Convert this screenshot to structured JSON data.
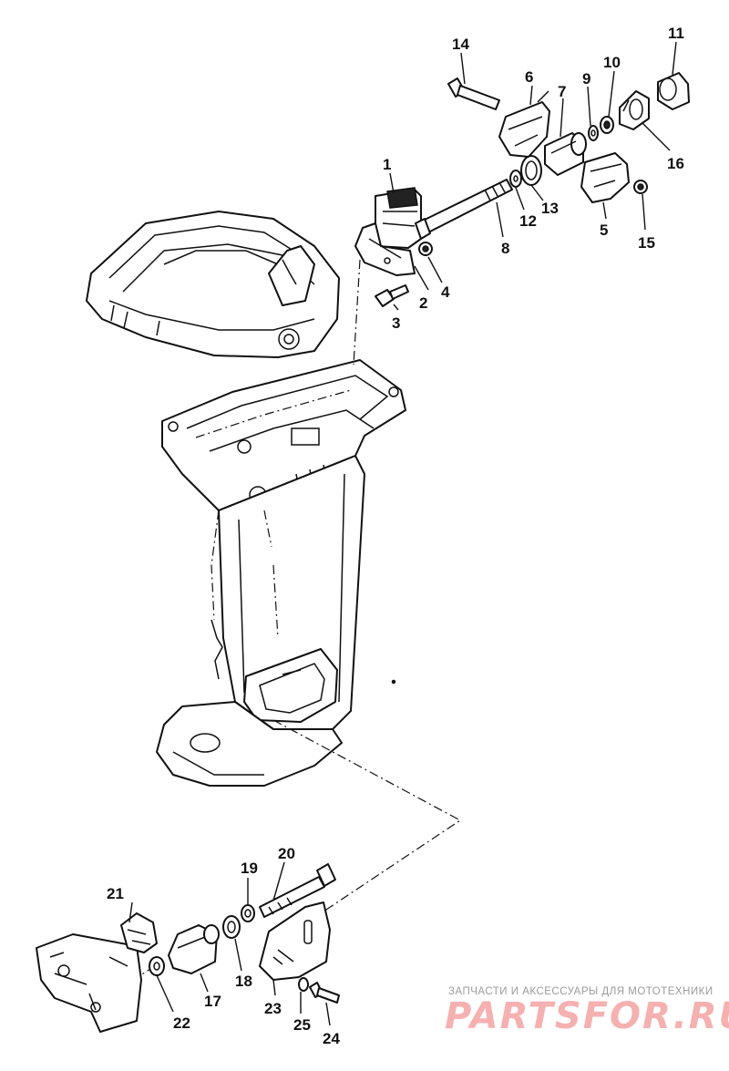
{
  "callouts": {
    "c1": "1",
    "c2": "2",
    "c3": "3",
    "c4": "4",
    "c5": "5",
    "c6": "6",
    "c7": "7",
    "c8": "8",
    "c9": "9",
    "c10": "10",
    "c11": "11",
    "c12": "12",
    "c13": "13",
    "c14": "14",
    "c15": "15",
    "c16": "16",
    "c17": "17",
    "c18": "18",
    "c19": "19",
    "c20": "20",
    "c21": "21",
    "c22": "22",
    "c23": "23",
    "c24": "24",
    "c25": "25"
  },
  "watermark": {
    "caption": "ЗАПЧАСТИ И АКСЕССУАРЫ ДЛЯ МОТОТЕХНИКИ",
    "logo": "PARTSFOR.RU"
  },
  "colors": {
    "line": "#111111",
    "watermark": "#f4a3a3"
  }
}
